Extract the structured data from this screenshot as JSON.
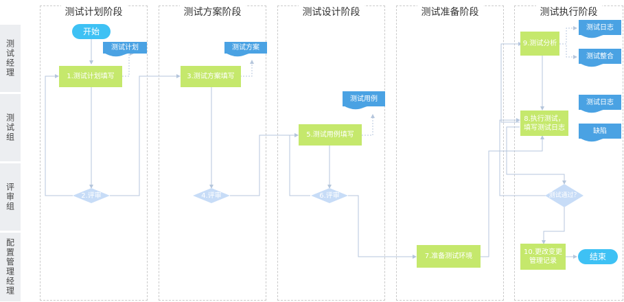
{
  "lanes": [
    "测试经理",
    "测试组",
    "评审组",
    "配置管理经理"
  ],
  "phases": [
    "测试计划阶段",
    "测试方案阶段",
    "测试设计阶段",
    "测试准备阶段",
    "测试执行阶段"
  ],
  "nodes": {
    "start": "开始",
    "doc_plan": "测试计划",
    "task1": "1.测试计划填写",
    "review2": "2.评审",
    "doc_scheme": "测试方案",
    "task3": "3.测试方案填写",
    "review4": "4.评审",
    "doc_case": "测试用例",
    "task5": "5.测试用例填写",
    "review6": "6.评审",
    "task7": "7.准备测试环境",
    "task9": "9.测试分析",
    "doc_log1": "测试日志",
    "doc_integrate": "测试整合",
    "doc_log2": "测试日志",
    "task8_line1": "8.执行测试，",
    "task8_line2": "填写测试日志",
    "doc_defect": "缺陷",
    "decision": "测试通过？",
    "task10_line1": "10.更改变更",
    "task10_line2": "管理记录",
    "end": "结束"
  },
  "colors": {
    "task": "#c5e86c",
    "document": "#4aa2e3",
    "terminal": "#3ec1f4",
    "decision": "#c7dcf7",
    "connector": "#b5c6dc",
    "lane_bg": "#eceef1"
  }
}
